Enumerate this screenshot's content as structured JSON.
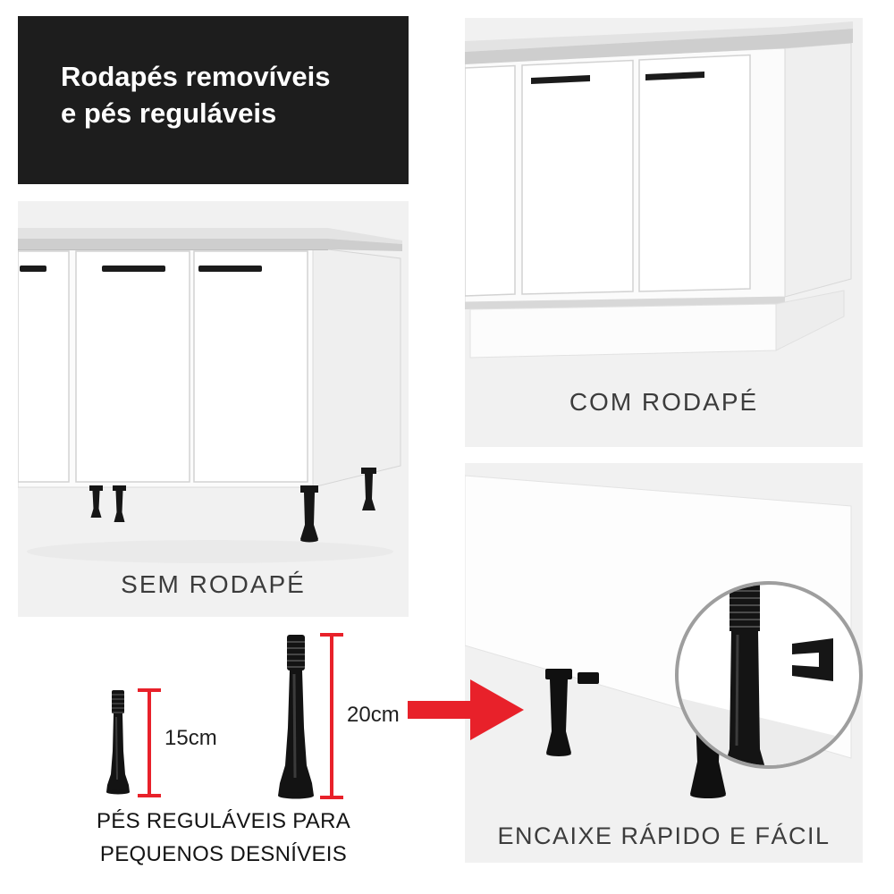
{
  "header": {
    "title_line1": "Rodapés removíveis",
    "title_line2": "e pés reguláveis"
  },
  "panels": {
    "sem_rodape": {
      "label": "SEM RODAPÉ"
    },
    "com_rodape": {
      "label": "COM RODAPÉ"
    },
    "encaixe": {
      "label": "ENCAIXE RÁPIDO E FÁCIL"
    }
  },
  "feet": {
    "small": {
      "height_label": "15cm"
    },
    "large": {
      "height_label": "20cm"
    },
    "caption_line1": "PÉS REGULÁVEIS PARA",
    "caption_line2": "PEQUENOS DESNÍVEIS"
  },
  "icons": {
    "arrow": "right-arrow"
  },
  "colors": {
    "accent_red": "#e8212a",
    "title_box_bg": "#1d1d1d",
    "title_text": "#ffffff",
    "panel_bg": "#f1f1f1",
    "label_text": "#3c3c3c",
    "hardware_black": "#141414",
    "countertop_gray": "#cecece",
    "cabinet_white": "#fcfcfc"
  }
}
